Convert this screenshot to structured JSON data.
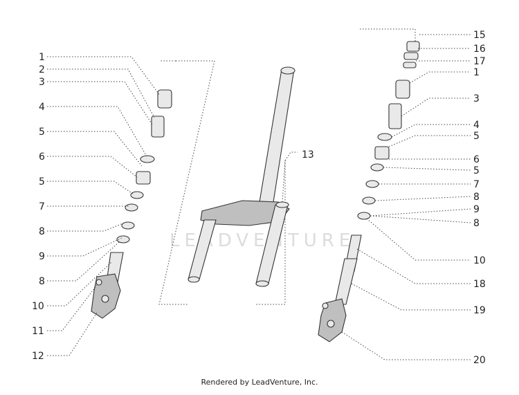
{
  "diagram": {
    "watermark": "LEADVENTURE",
    "credit": "Rendered by LeadVenture, Inc.",
    "left_callouts": [
      "1",
      "2",
      "3",
      "4",
      "5",
      "6",
      "5",
      "7",
      "8",
      "9",
      "8",
      "10",
      "11",
      "12"
    ],
    "center_callouts": [
      "13"
    ],
    "right_callouts": [
      "15",
      "16",
      "17",
      "1",
      "3",
      "4",
      "5",
      "6",
      "5",
      "7",
      "8",
      "9",
      "8",
      "10",
      "18",
      "19",
      "20"
    ]
  }
}
